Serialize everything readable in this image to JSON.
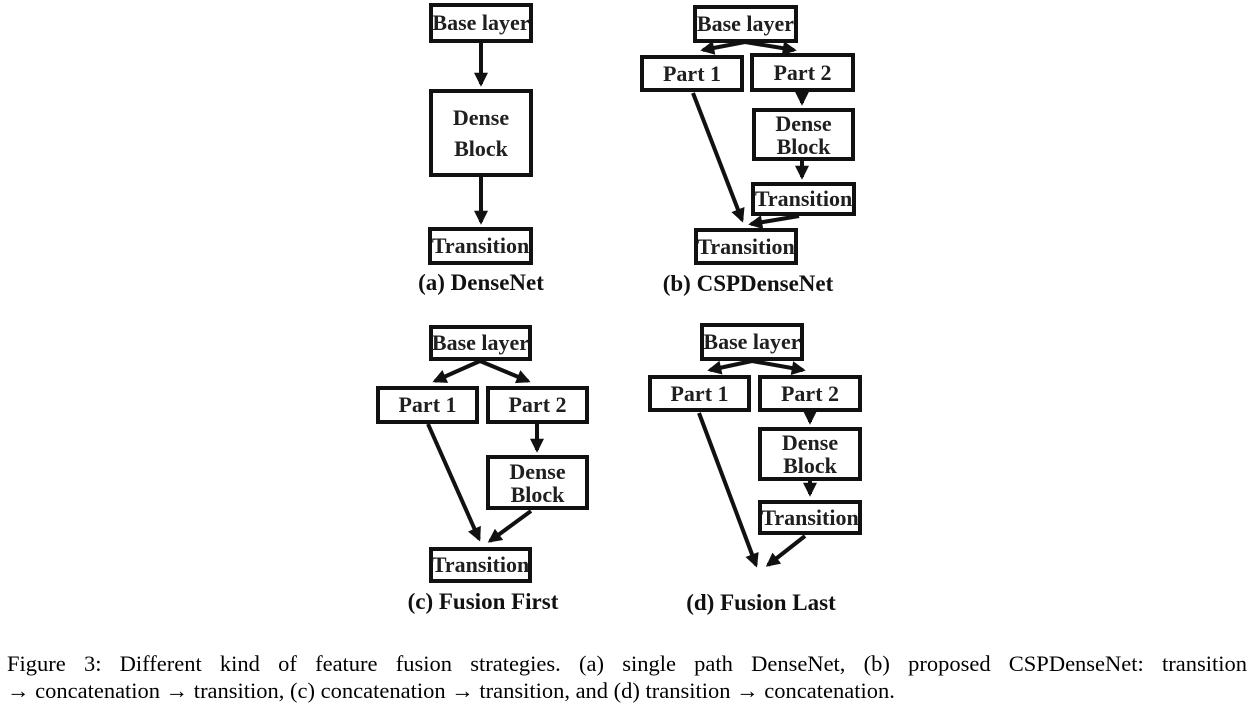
{
  "figure": {
    "panels": {
      "a": {
        "label": "(a) DenseNet",
        "base": "Base layer",
        "dense": "Dense Block",
        "transition": "Transition"
      },
      "b": {
        "label": "(b) CSPDenseNet",
        "base": "Base layer",
        "part1": "Part 1",
        "part2": "Part 2",
        "dense": "Dense Block",
        "transition_upper": "Transition",
        "transition_lower": "Transition"
      },
      "c": {
        "label": "(c) Fusion First",
        "base": "Base layer",
        "part1": "Part 1",
        "part2": "Part 2",
        "dense": "Dense Block",
        "transition": "Transition"
      },
      "d": {
        "label": "(d) Fusion Last",
        "base": "Base layer",
        "part1": "Part 1",
        "part2": "Part 2",
        "dense": "Dense Block",
        "transition": "Transition"
      }
    },
    "caption": {
      "line1": "Figure 3: Different kind of feature fusion strategies. (a) single path DenseNet, (b) proposed CSPDenseNet: transition",
      "line2": "→ concatenation → transition, (c) concatenation → transition, and (d) transition → concatenation."
    },
    "colors": {
      "box_border": "#111111",
      "box_fill": "#ffffff",
      "box_text": "#1f1f1f",
      "arrow": "#111111",
      "background": "#ffffff",
      "caption_text": "#000000"
    }
  }
}
